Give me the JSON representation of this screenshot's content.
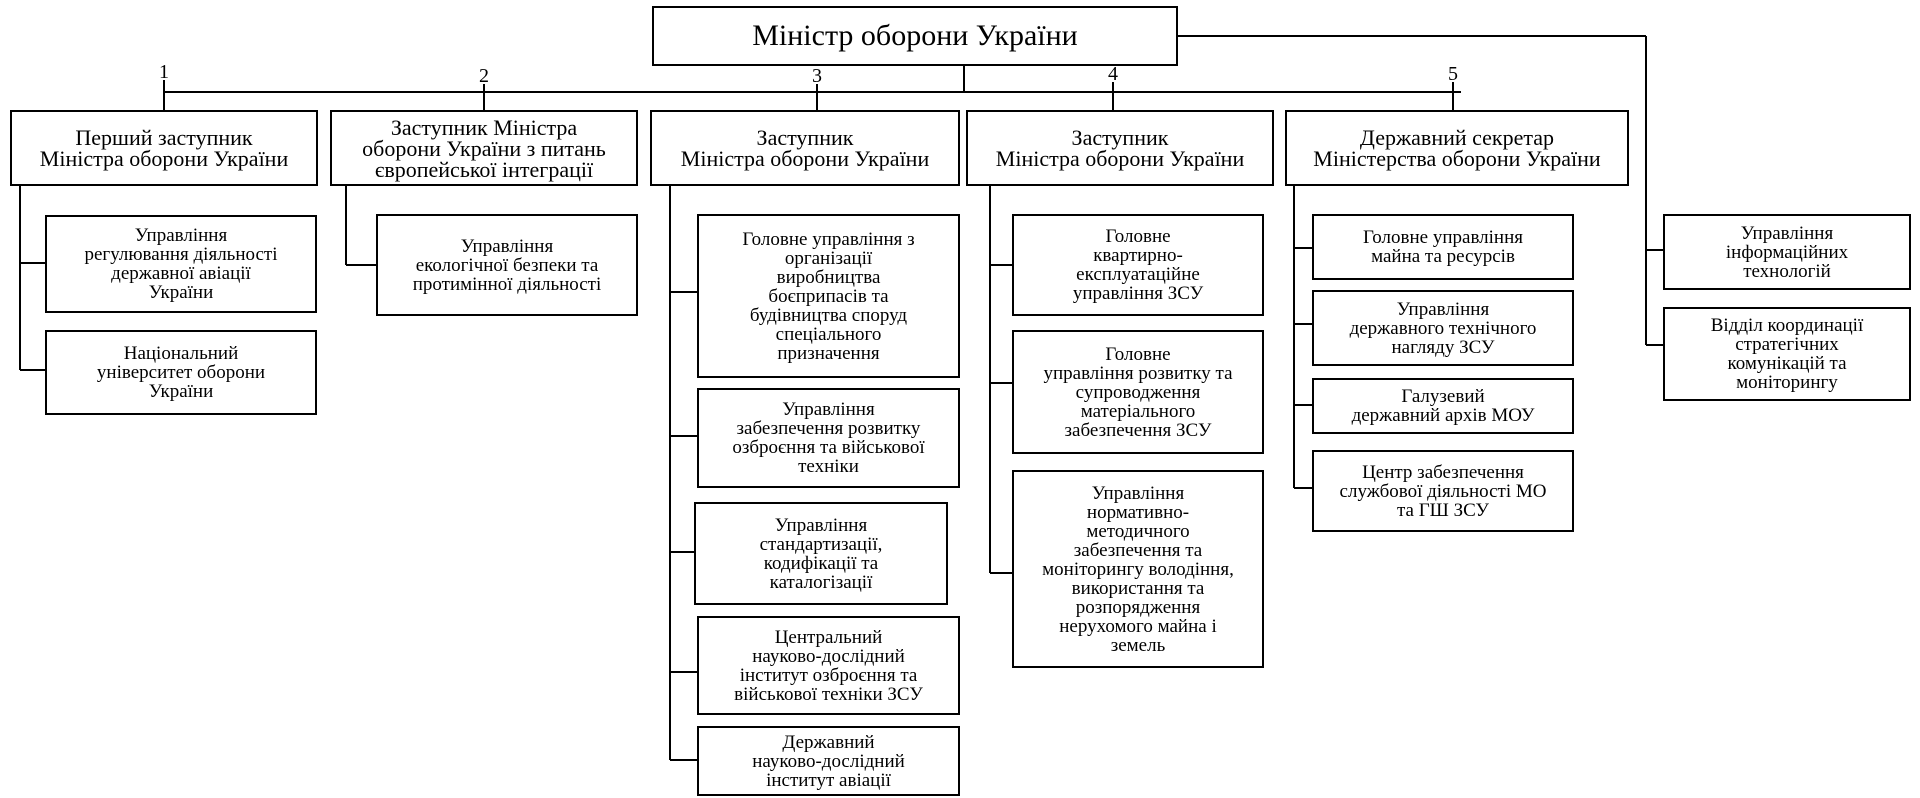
{
  "colors": {
    "line": "#000000",
    "box_border": "#000000",
    "background": "#ffffff"
  },
  "minister": "Міністр  оборони України",
  "deputies": [
    {
      "number": "1",
      "title": "Перший заступник\nМіністра оборони України",
      "units": [
        "Управління\nрегулювання діяльності\nдержавної авіації\nУкраїни",
        "Національний\nуніверситет оборони\nУкраїни"
      ]
    },
    {
      "number": "2",
      "title": "Заступник Міністра\nоборони України з питань\nєвропейської інтеграції",
      "units": [
        "Управління\nекологічної безпеки та\nпротимінної діяльності"
      ]
    },
    {
      "number": "3",
      "title": "Заступник\nМіністра оборони України",
      "units": [
        "Головне управління з\nорганізації\nвиробництва\nбоєприпасів та\nбудівництва споруд\nспеціального\nпризначення",
        "Управління\nзабезпечення розвитку\nозброєння та військової\nтехніки",
        "Управління\nстандартизації,\nкодифікації  та\nкаталогізації",
        "Центральний\nнауково-дослідний\nінститут  озброєння та\nвійськової техніки  ЗСУ",
        "Державний\nнауково-дослідний\nінститут  авіації"
      ]
    },
    {
      "number": "4",
      "title": "Заступник\nМіністра оборони України",
      "units": [
        "Головне\nквартирно-\nексплуатаційне\nуправління  ЗСУ",
        "Головне\nуправління розвитку та\nсупроводження\nматеріального\nзабезпечення ЗСУ",
        "Управління\nнормативно-\nметодичного\nзабезпечення та\nмоніторингу володіння,\nвикористання та\nрозпорядження\nнерухомого майна і\nземель"
      ]
    },
    {
      "number": "5",
      "title": "Державний секретар\nМіністерства оборони України",
      "units": [
        "Головне управління\nмайна та ресурсів",
        "Управління\nдержавного технічного\nнагляду ЗСУ",
        "Галузевий\nдержавний архів  МОУ",
        "Центр забезпечення\nслужбової діяльності МО\nта ГШ ЗСУ"
      ]
    }
  ],
  "direct_units": [
    "Управління\nінформаційних\nтехнологій",
    "Відділ  координації\nстратегічних\nкомунікацій  та\nмоніторингу"
  ]
}
